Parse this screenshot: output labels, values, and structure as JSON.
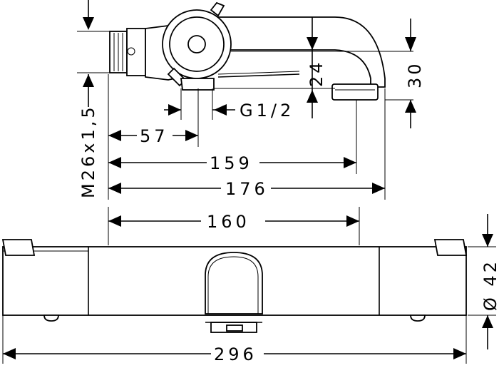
{
  "dimensions": {
    "thread_spec": "M26x1,5",
    "connection_thread": "G1/2",
    "offset_57": "57",
    "spout_length_159": "159",
    "depth_176": "176",
    "center_distance_160": "160",
    "total_width_296": "296",
    "height_24": "24",
    "height_30": "30",
    "diameter_42": "Ø 42"
  }
}
